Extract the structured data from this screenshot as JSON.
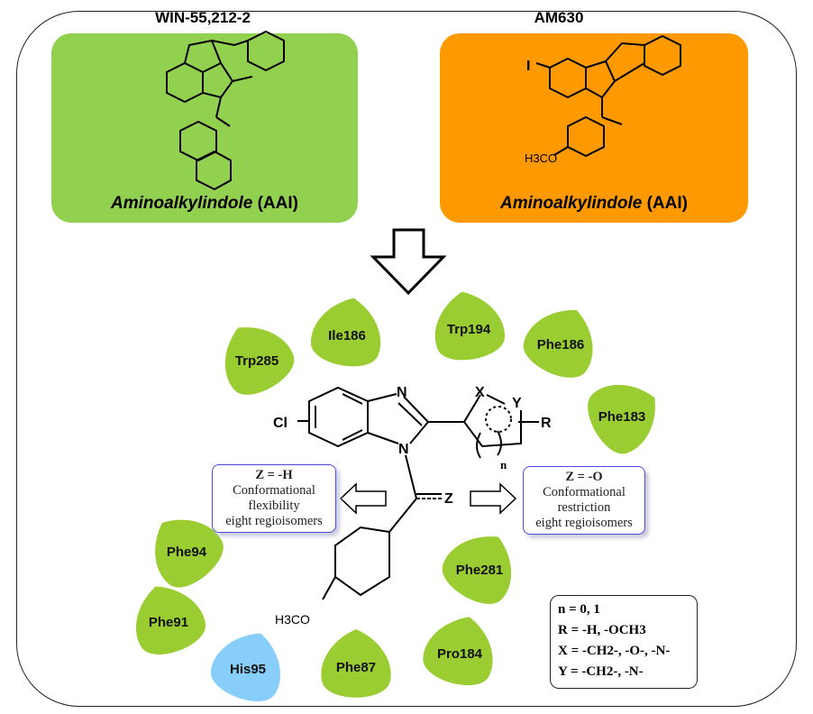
{
  "compounds": [
    {
      "name": "WIN-55,212-2",
      "class_italic": "Aminoalkylindole",
      "class_suffix": " (AAI)",
      "color": "#92d050"
    },
    {
      "name": "AM630",
      "class_italic": "Aminoalkylindole",
      "class_suffix": " (AAI)",
      "color": "#ff9900",
      "substituent_I": "I",
      "substituent_methoxy": "H3CO"
    }
  ],
  "scaffold": {
    "atoms": {
      "cl": "Cl",
      "n1": "N",
      "n2": "N",
      "x": "X",
      "y": "Y",
      "r": "R",
      "n": "n",
      "z": "Z",
      "methoxy": "H3CO"
    }
  },
  "residues": [
    {
      "label": "Trp285",
      "color": "#9acd32"
    },
    {
      "label": "Ile186",
      "color": "#9acd32"
    },
    {
      "label": "Trp194",
      "color": "#9acd32"
    },
    {
      "label": "Phe186",
      "color": "#9acd32"
    },
    {
      "label": "Phe183",
      "color": "#9acd32"
    },
    {
      "label": "Phe94",
      "color": "#9acd32"
    },
    {
      "label": "Phe91",
      "color": "#9acd32"
    },
    {
      "label": "His95",
      "color": "#87cefa"
    },
    {
      "label": "Phe87",
      "color": "#9acd32"
    },
    {
      "label": "Pro184",
      "color": "#9acd32"
    },
    {
      "label": "Phe281",
      "color": "#9acd32"
    }
  ],
  "notes": {
    "left": {
      "line1": "Z = -H",
      "line2": "Conformational",
      "line3": "flexibility",
      "line4": "eight regioisomers"
    },
    "right": {
      "line1": "Z = -O",
      "line2": "Conformational",
      "line3": "restriction",
      "line4": "eight regioisomers"
    }
  },
  "legend": [
    "n = 0, 1",
    "R = -H, -OCH3",
    "X = -CH2-, -O-, -N-",
    "Y = -CH2-, -N-"
  ]
}
